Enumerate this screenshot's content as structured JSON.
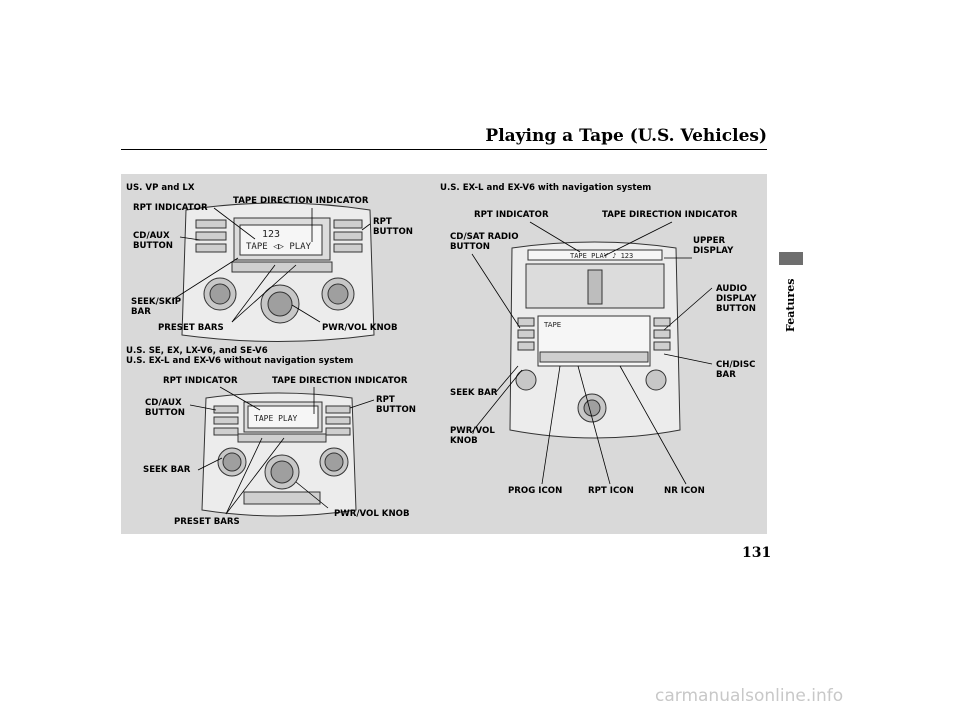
{
  "page_title": "Playing a Tape (U.S. Vehicles)",
  "sidebar_label": "Features",
  "page_number": "131",
  "watermark": "carmanualsonline.info",
  "diagram1": {
    "caption": "US. VP and LX",
    "rpt_indicator": "RPT INDICATOR",
    "tape_direction_indicator": "TAPE DIRECTION INDICATOR",
    "cd_aux_button": "CD/AUX\nBUTTON",
    "rpt_button": "RPT\nBUTTON",
    "seek_skip_bar": "SEEK/SKIP\nBAR",
    "preset_bars": "PRESET BARS",
    "pwr_vol_knob": "PWR/VOL KNOB",
    "display_line1": "123",
    "display_line2": "TAPE ◁▷ PLAY"
  },
  "diagram2": {
    "caption": "U.S. SE, EX, LX-V6, and SE-V6\nU.S. EX-L and EX-V6 without navigation system",
    "rpt_indicator": "RPT INDICATOR",
    "tape_direction_indicator": "TAPE DIRECTION INDICATOR",
    "cd_aux_button": "CD/AUX\nBUTTON",
    "rpt_button": "RPT\nBUTTON",
    "seek_bar": "SEEK BAR",
    "preset_bars": "PRESET BARS",
    "pwr_vol_knob": "PWR/VOL KNOB",
    "display_line": "TAPE     PLAY"
  },
  "diagram3": {
    "caption": "U.S. EX-L and EX-V6 with navigation system",
    "rpt_indicator": "RPT INDICATOR",
    "tape_direction_indicator": "TAPE DIRECTION INDICATOR",
    "cd_sat_radio_button": "CD/SAT RADIO\nBUTTON",
    "upper_display": "UPPER\nDISPLAY",
    "audio_display_button": "AUDIO\nDISPLAY\nBUTTON",
    "ch_disc_bar": "CH/DISC\nBAR",
    "seek_bar": "SEEK BAR",
    "pwr_vol_knob": "PWR/VOL\nKNOB",
    "prog_icon": "PROG ICON",
    "rpt_icon": "RPT ICON",
    "nr_icon": "NR ICON",
    "upper_display_text": "TAPE  PLAY  ♪  123",
    "screen_label": "TAPE"
  },
  "colors": {
    "panel_bg": "#d9d9d9",
    "sidebar_tab": "#6e6e6e",
    "watermark": "#c8c8c8"
  }
}
